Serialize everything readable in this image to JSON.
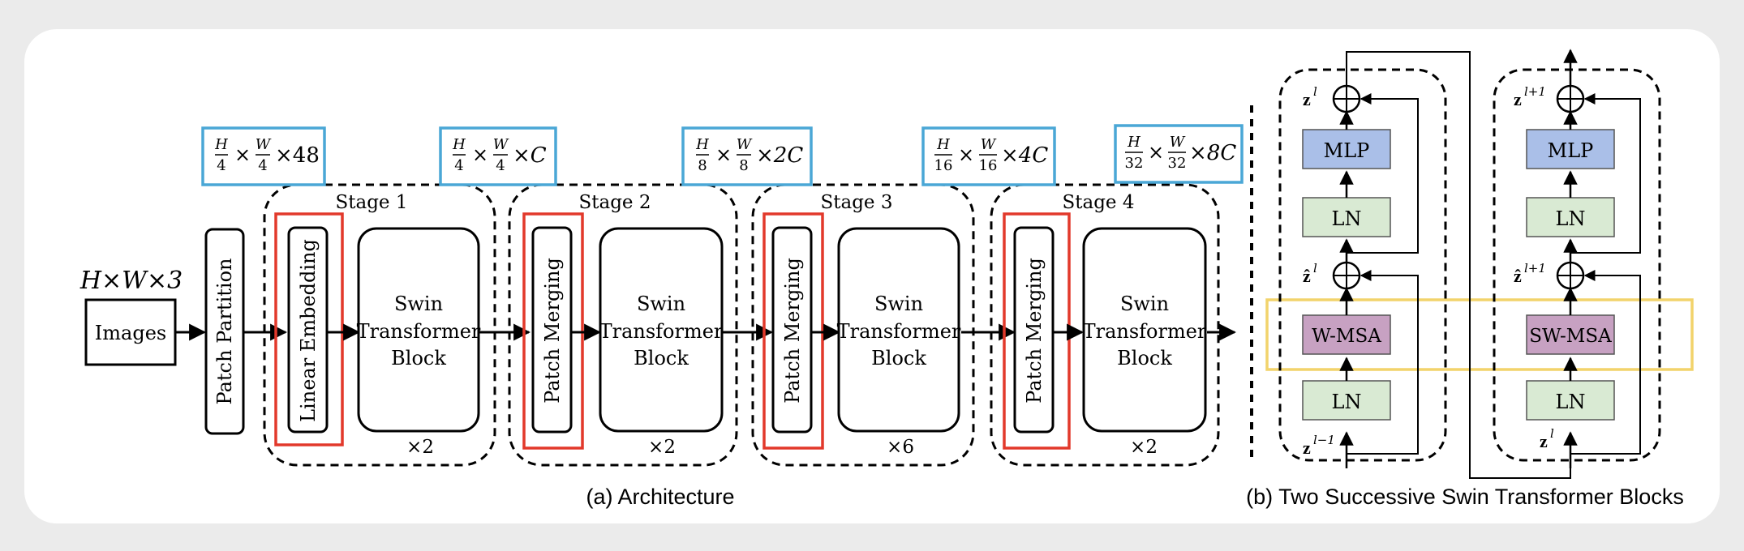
{
  "input_label": "H×W×3",
  "images_label": "Images",
  "patch_partition_label": "Patch Partition",
  "linear_embedding_label": "Linear Embedding",
  "patch_merging_label": "Patch Merging",
  "swin_block_lines": [
    "Swin",
    "Transformer",
    "Block"
  ],
  "stages": [
    {
      "title": "Stage 1",
      "repeat": "×2",
      "first_block": "Linear Embedding"
    },
    {
      "title": "Stage 2",
      "repeat": "×2",
      "first_block": "Patch Merging"
    },
    {
      "title": "Stage 3",
      "repeat": "×6",
      "first_block": "Patch Merging"
    },
    {
      "title": "Stage 4",
      "repeat": "×2",
      "first_block": "Patch Merging"
    }
  ],
  "dim_labels": [
    {
      "h": "4",
      "w": "4",
      "c": "×48"
    },
    {
      "h": "4",
      "w": "4",
      "c": "×C"
    },
    {
      "h": "8",
      "w": "8",
      "c": "×2C"
    },
    {
      "h": "16",
      "w": "16",
      "c": "×4C"
    },
    {
      "h": "32",
      "w": "32",
      "c": "×8C"
    }
  ],
  "dim_symbols": {
    "H": "H",
    "W": "W",
    "times": "×"
  },
  "caption_a": "(a) Architecture",
  "caption_b": "(b) Two Successive Swin Transformer Blocks",
  "block1": {
    "mlp": "MLP",
    "ln_top": "LN",
    "attn": "W-MSA",
    "ln_bottom": "LN",
    "out_sup": "l",
    "mid_sup": "l",
    "in_sup": "l−1",
    "z": "z",
    "zhat": "ẑ"
  },
  "block2": {
    "mlp": "MLP",
    "ln_top": "LN",
    "attn": "SW-MSA",
    "ln_bottom": "LN",
    "out_sup": "l+1",
    "mid_sup": "l+1",
    "in_sup": "l",
    "z": "z",
    "zhat": "ẑ"
  },
  "colors": {
    "background": "#ebebeb",
    "panel": "#ffffff",
    "red_box": "#e2392b",
    "blue_box": "#4aa7d6",
    "yellow_box": "#f2d36b",
    "mlp_fill": "#aabfe8",
    "ln_fill": "#d9ead3",
    "msa_fill": "#c7a1c2"
  }
}
